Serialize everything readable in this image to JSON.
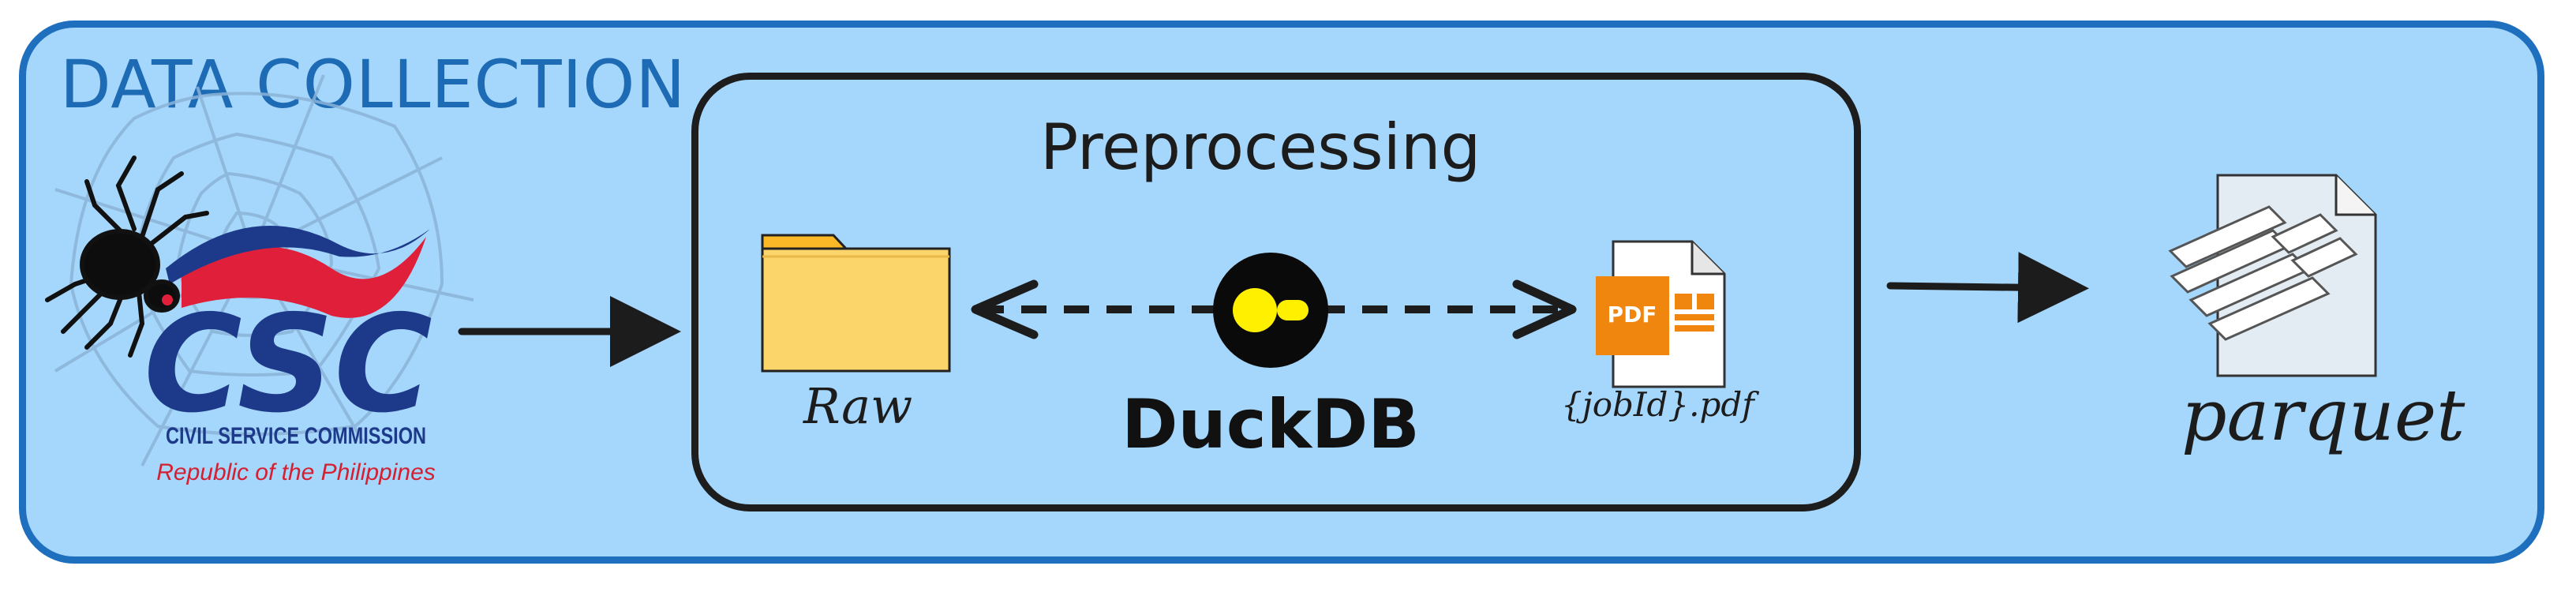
{
  "diagram": {
    "section_title": "DATA COLLECTION",
    "preprocessing_title": "Preprocessing",
    "source_logo": {
      "acronym": "CSC",
      "name": "CIVIL SERVICE COMMISSION",
      "subtitle": "Republic of the Philippines"
    },
    "icons": [
      "spider-icon",
      "spiderweb-icon",
      "folder-icon",
      "duckdb-icon",
      "pdf-file-icon",
      "parquet-file-icon"
    ],
    "nodes": {
      "raw": "Raw",
      "duckdb": "DuckDB",
      "pdf_file": "{jobId}.pdf",
      "pdf_badge": "PDF",
      "parquet": "parquet"
    },
    "colors": {
      "background": "#a5d6fb",
      "frame_border": "#1f6fbf",
      "title": "#1d6ab5",
      "folder": "#fcd56a",
      "folder_tab": "#fbb827",
      "pdf_orange": "#f0860e",
      "duck_yellow": "#fff000",
      "csc_blue": "#1d3a8a",
      "csc_red": "#e0203a"
    }
  }
}
